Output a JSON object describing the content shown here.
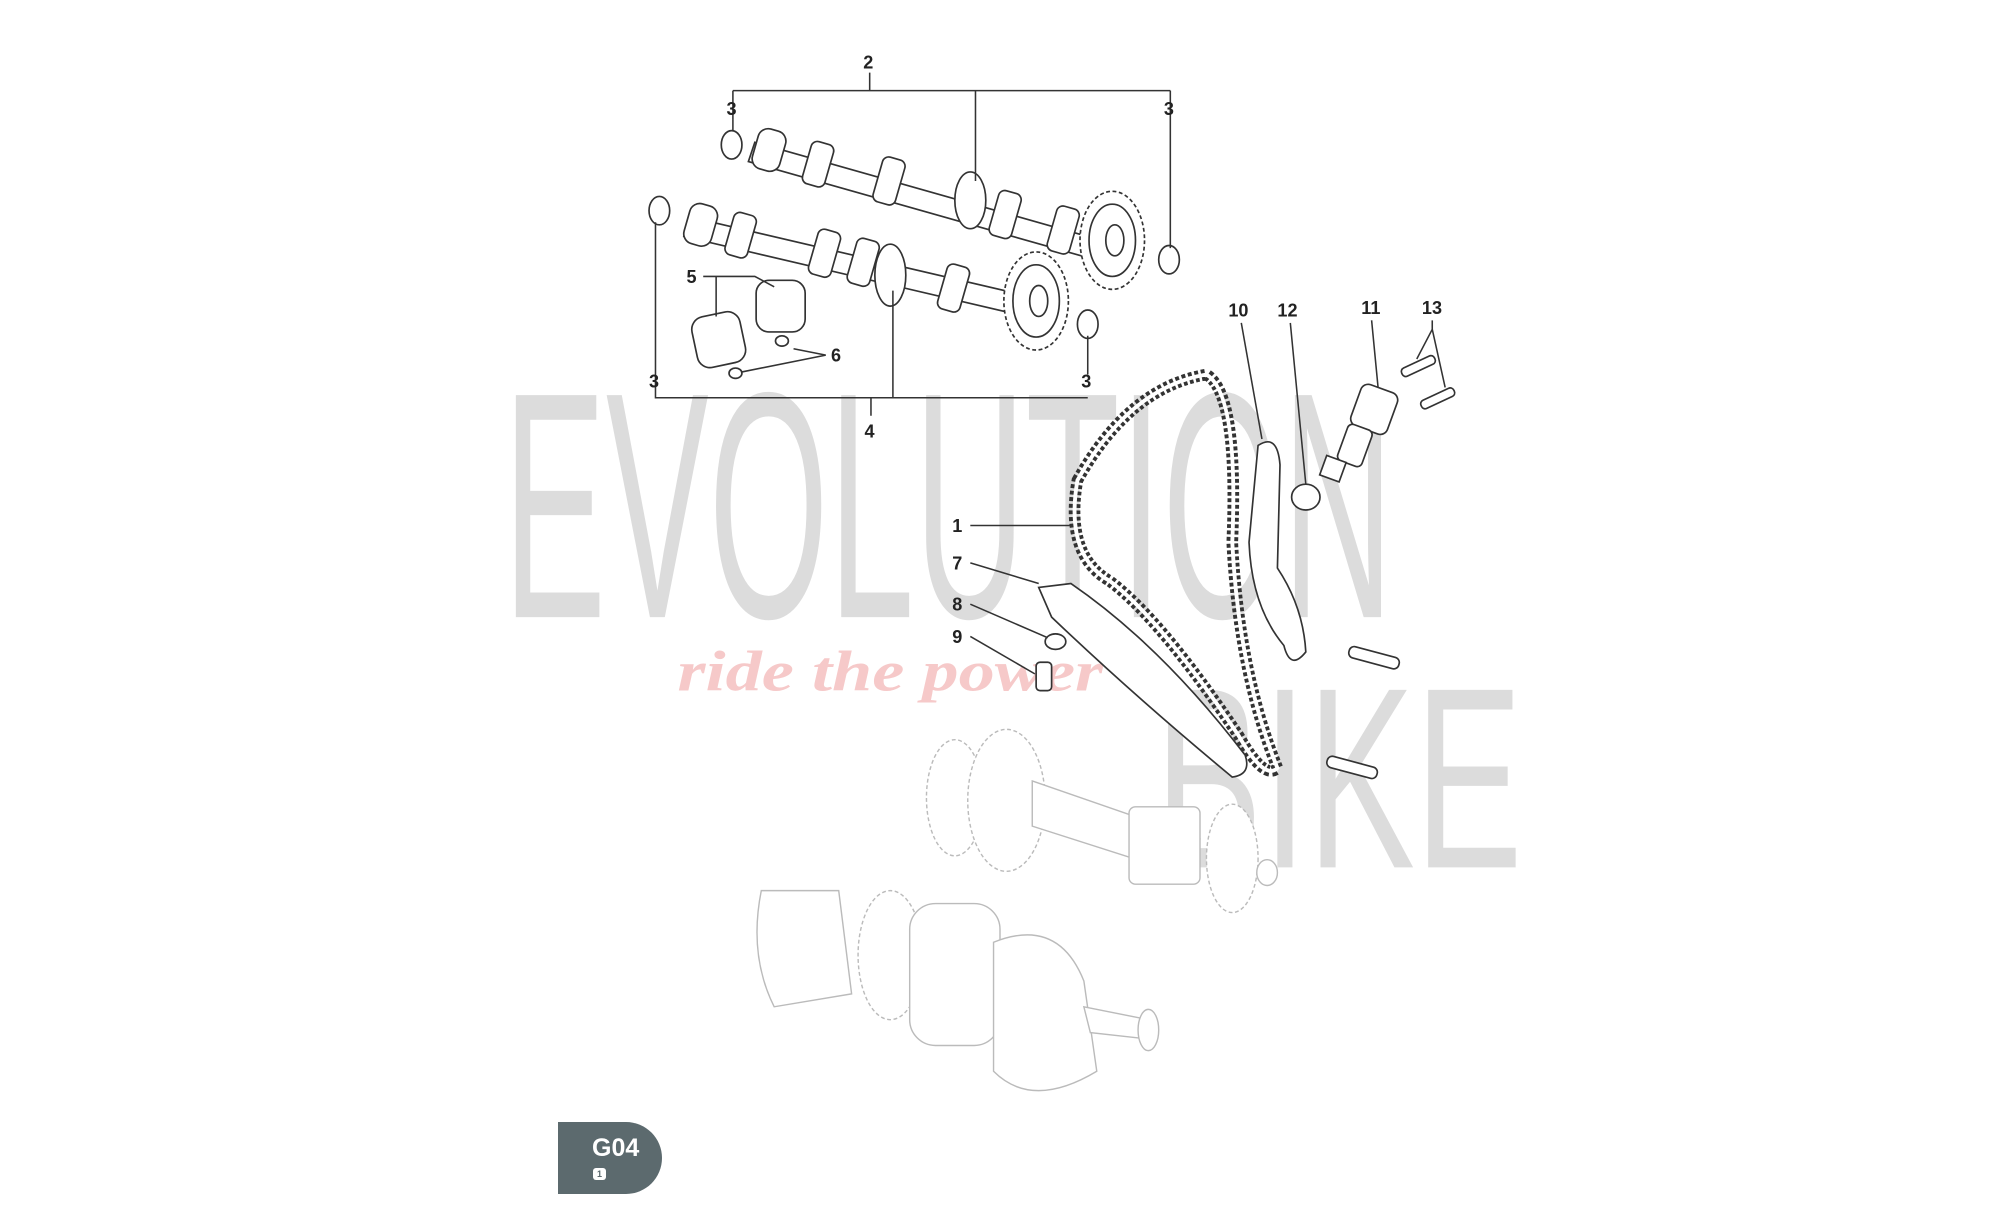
{
  "watermark": {
    "brand_line1": "EVOLUTION",
    "brand_line2": "BIKE",
    "tagline": "ride the power"
  },
  "callouts": {
    "c1": "1",
    "c2": "2",
    "c3a": "3",
    "c3b": "3",
    "c3c": "3",
    "c3d": "3",
    "c4": "4",
    "c5": "5",
    "c6": "6",
    "c7": "7",
    "c8": "8",
    "c9": "9",
    "c10": "10",
    "c11": "11",
    "c12": "12",
    "c13": "13"
  },
  "badge": {
    "code": "G04",
    "sheet": "1"
  },
  "colors": {
    "badge": "#5c6a6e",
    "watermark": "#dcdcdc",
    "tagline": "#f6c9c9"
  }
}
